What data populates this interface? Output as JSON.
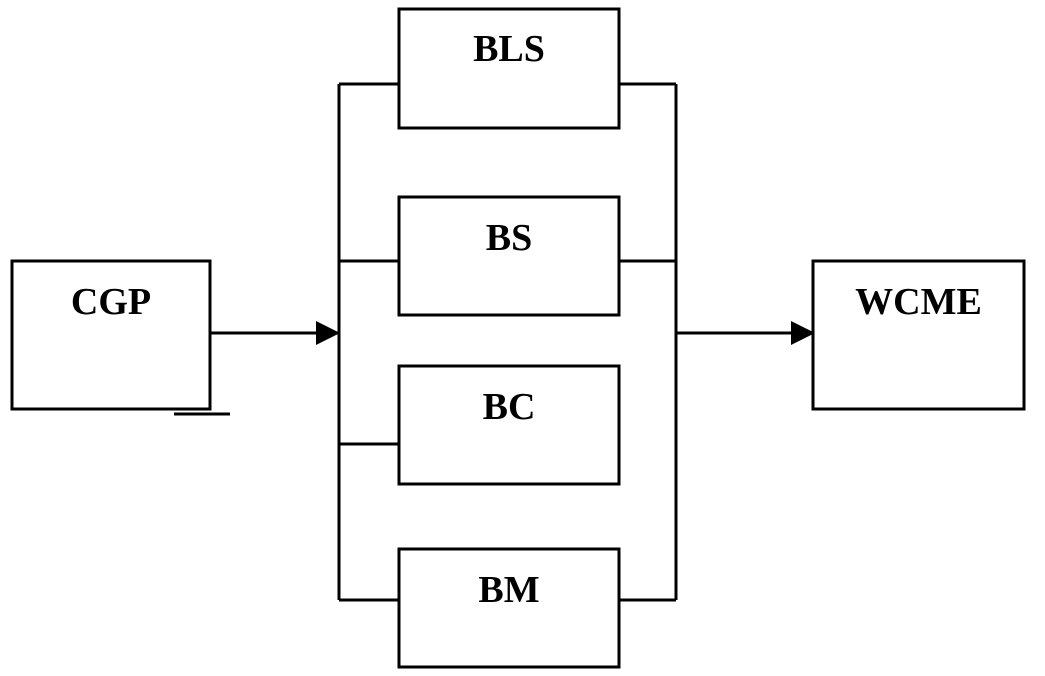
{
  "diagram": {
    "source_box": {
      "label": "CGP"
    },
    "parallel_blocks": [
      {
        "label": "BLS"
      },
      {
        "label": "BS"
      },
      {
        "label": "BC"
      },
      {
        "label": "BM"
      }
    ],
    "target_box": {
      "label": "WCME"
    }
  },
  "colors": {
    "stroke": "#000000",
    "background": "#ffffff"
  }
}
